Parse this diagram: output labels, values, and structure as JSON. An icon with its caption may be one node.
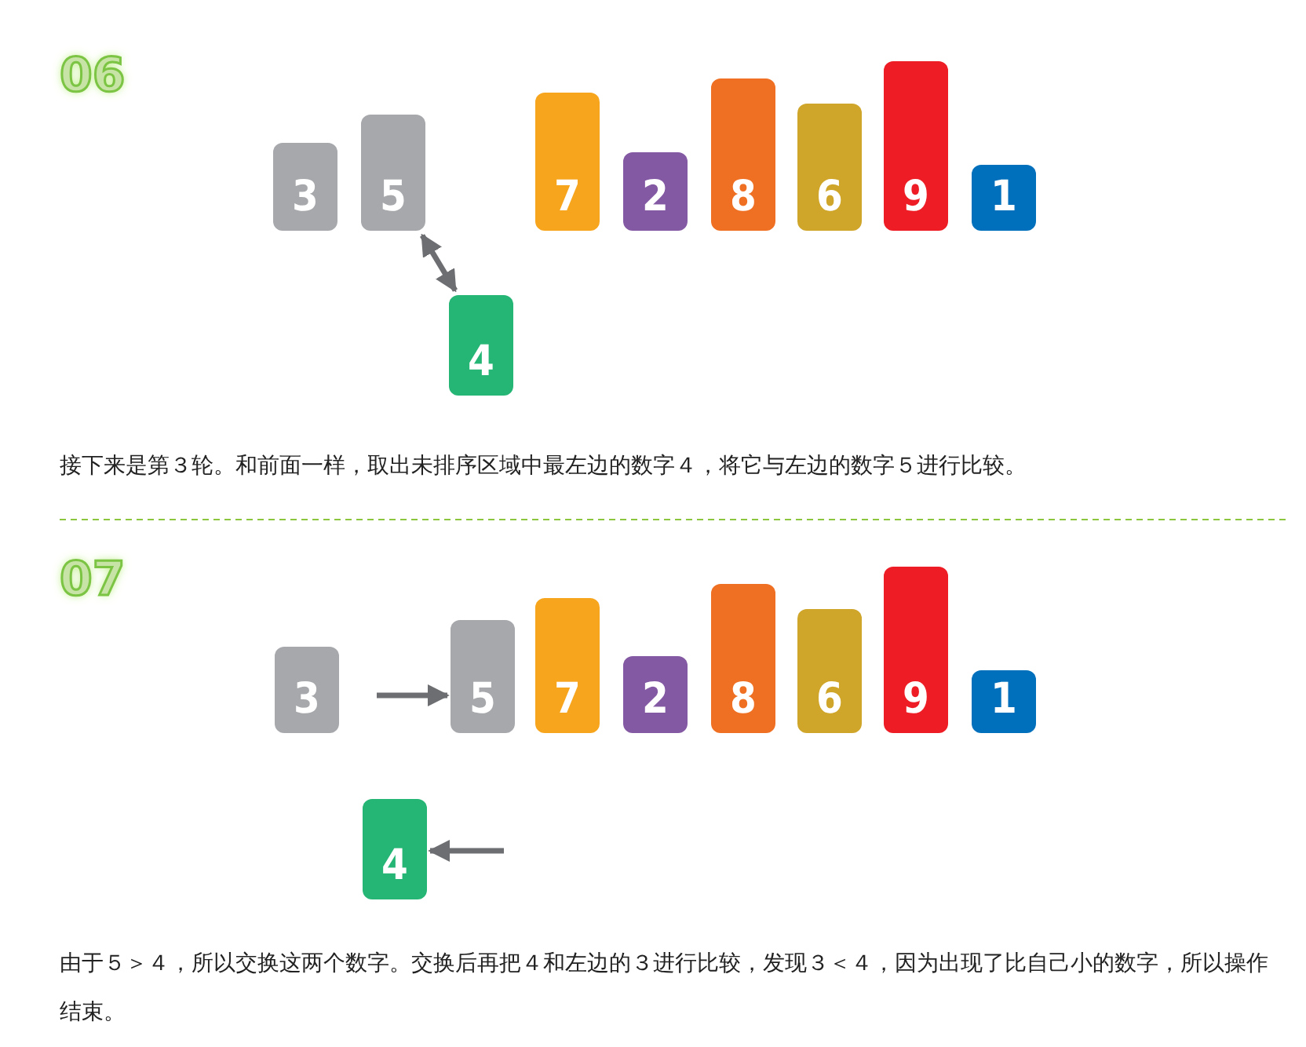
{
  "diagram": {
    "nodes": [
      {
        "text": [
          "3"
        ]
      },
      {
        "text": [
          "5"
        ]
      },
      {
        "text": [
          "7"
        ]
      },
      {
        "text": [
          "2"
        ]
      },
      {
        "text": [
          "8"
        ]
      },
      {
        "text": [
          "6"
        ]
      },
      {
        "text": [
          "9"
        ]
      },
      {
        "text": [
          "1"
        ]
      },
      {
        "text": [
          "4"
        ]
      },
      {
        "text": [
          "3"
        ]
      },
      {
        "text": [
          "5"
        ]
      },
      {
        "text": [
          "7"
        ]
      },
      {
        "text": [
          "2"
        ]
      },
      {
        "text": [
          "8"
        ]
      },
      {
        "text": [
          "6"
        ]
      },
      {
        "text": [
          "9"
        ]
      },
      {
        "text": [
          "1"
        ]
      },
      {
        "text": [
          "4"
        ]
      }
    ],
    "edges": [
      {
        "from": 1,
        "to": 8,
        "arrow": "both"
      },
      {
        "from": null,
        "to": 10,
        "arrow": "to"
      },
      {
        "from": null,
        "to": 17,
        "arrow": "to"
      }
    ],
    "labels": [
      "06",
      "接下来是第３轮。和前面一样，取出未排序区域中最左边的数字４，将它与左边的数字５进行比较。",
      "07",
      "由于５＞４，所以交换这两个数字。交换后再把４和左边的３进行比较，发现３＜４，因为出现了比自己小的数字，所以操作结束。"
    ]
  }
}
